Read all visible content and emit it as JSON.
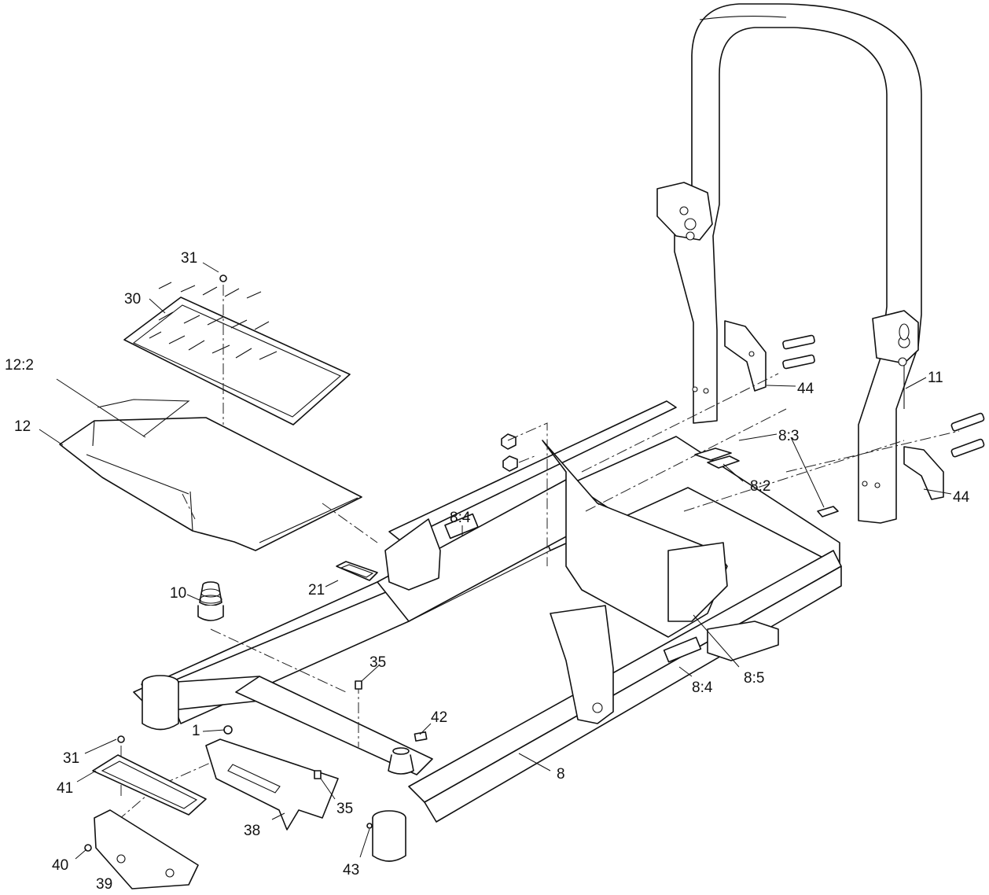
{
  "callouts": {
    "c31a": "31",
    "c30": "30",
    "c12_2": "12:2",
    "c12": "12",
    "c10": "10",
    "c21": "21",
    "c8_4a": "8:4",
    "c44a": "44",
    "c11": "11",
    "c8_3": "8:3",
    "c8_2": "8:2",
    "c44b": "44",
    "c8_4b": "8:4",
    "c8_5": "8:5",
    "c35a": "35",
    "c42": "42",
    "c1": "1",
    "c31b": "31",
    "c41": "41",
    "c35b": "35",
    "c8": "8",
    "c38": "38",
    "c40": "40",
    "c39": "39",
    "c43": "43"
  }
}
